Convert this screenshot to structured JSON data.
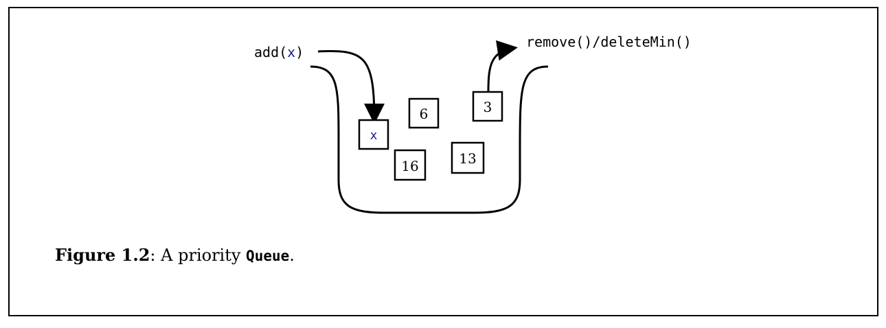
{
  "diagram": {
    "add_label": "add(",
    "add_arg": "x",
    "add_close": ")",
    "remove_label": "remove()/deleteMin()",
    "new_item": "x",
    "items": [
      "6",
      "3",
      "16",
      "13"
    ],
    "arg_color": "#1a1a8c"
  },
  "caption": {
    "label": "Figure 1.2",
    "separator": ": ",
    "text": "A priority ",
    "code": "Queue",
    "end": "."
  }
}
